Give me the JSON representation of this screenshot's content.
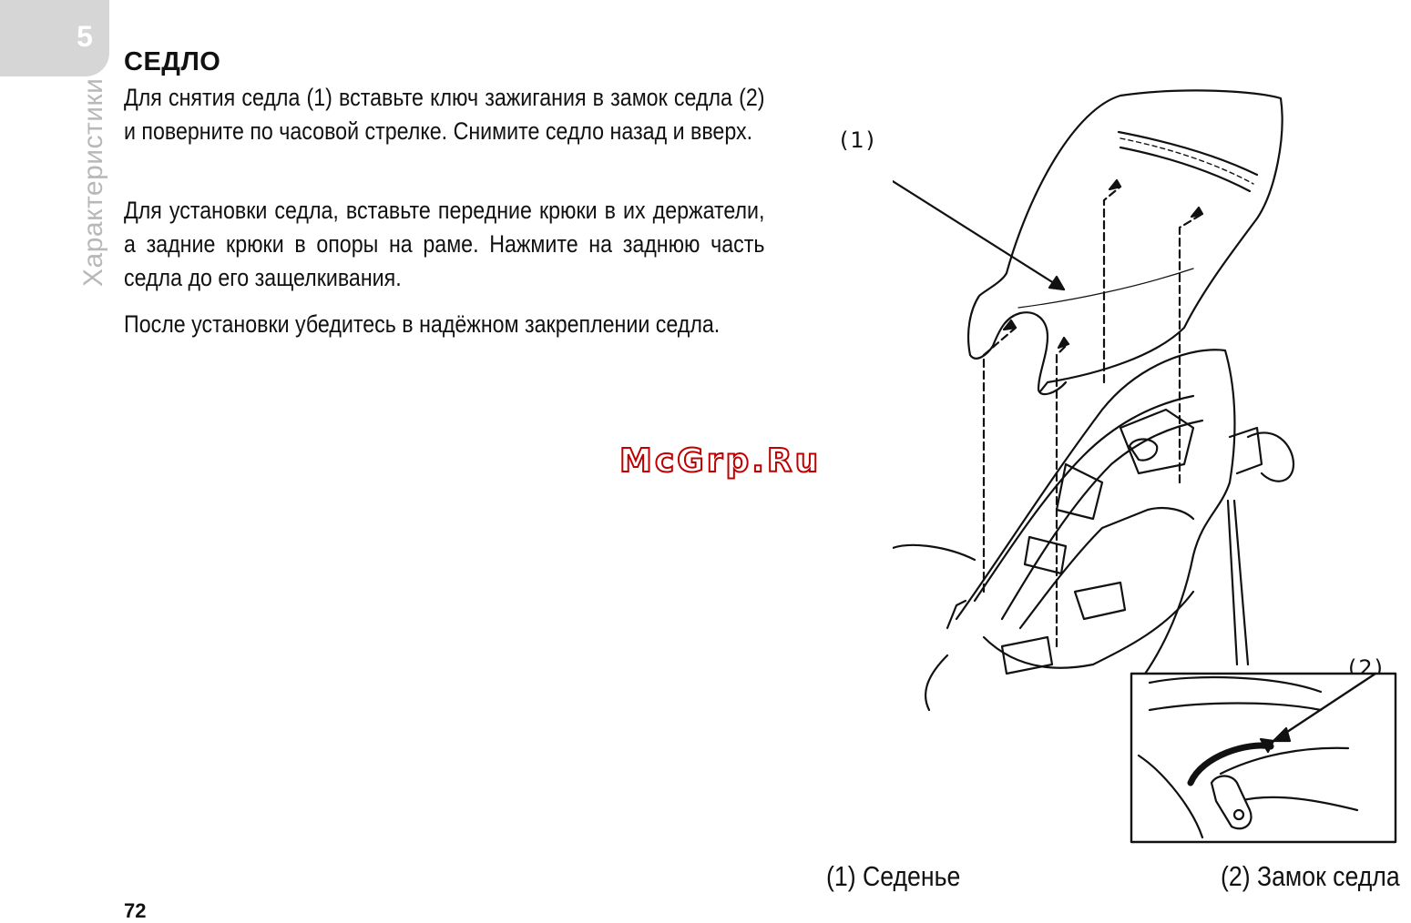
{
  "chapter_tab": {
    "number": "5",
    "label": "Характеристики"
  },
  "section": {
    "title": "СЕДЛО",
    "paragraphs": [
      "Для снятия седла (1) вставьте ключ зажигания в замок седла (2) и поверните по часовой стрелке. Снимите седло назад и вверх.",
      "Для установки седла, вставьте передние крюки в их держатели, а задние крюки в опоры на раме. Нажмите на заднюю часть седла до его защелкивания.",
      "После установки убедитесь в надёжном закреплении седла."
    ]
  },
  "watermark": "McGrp.Ru",
  "figure": {
    "callouts": [
      "(1)",
      "(2)"
    ],
    "captions": [
      "(1) Седенье",
      "(2) Замок седла"
    ]
  },
  "page_number": "72"
}
